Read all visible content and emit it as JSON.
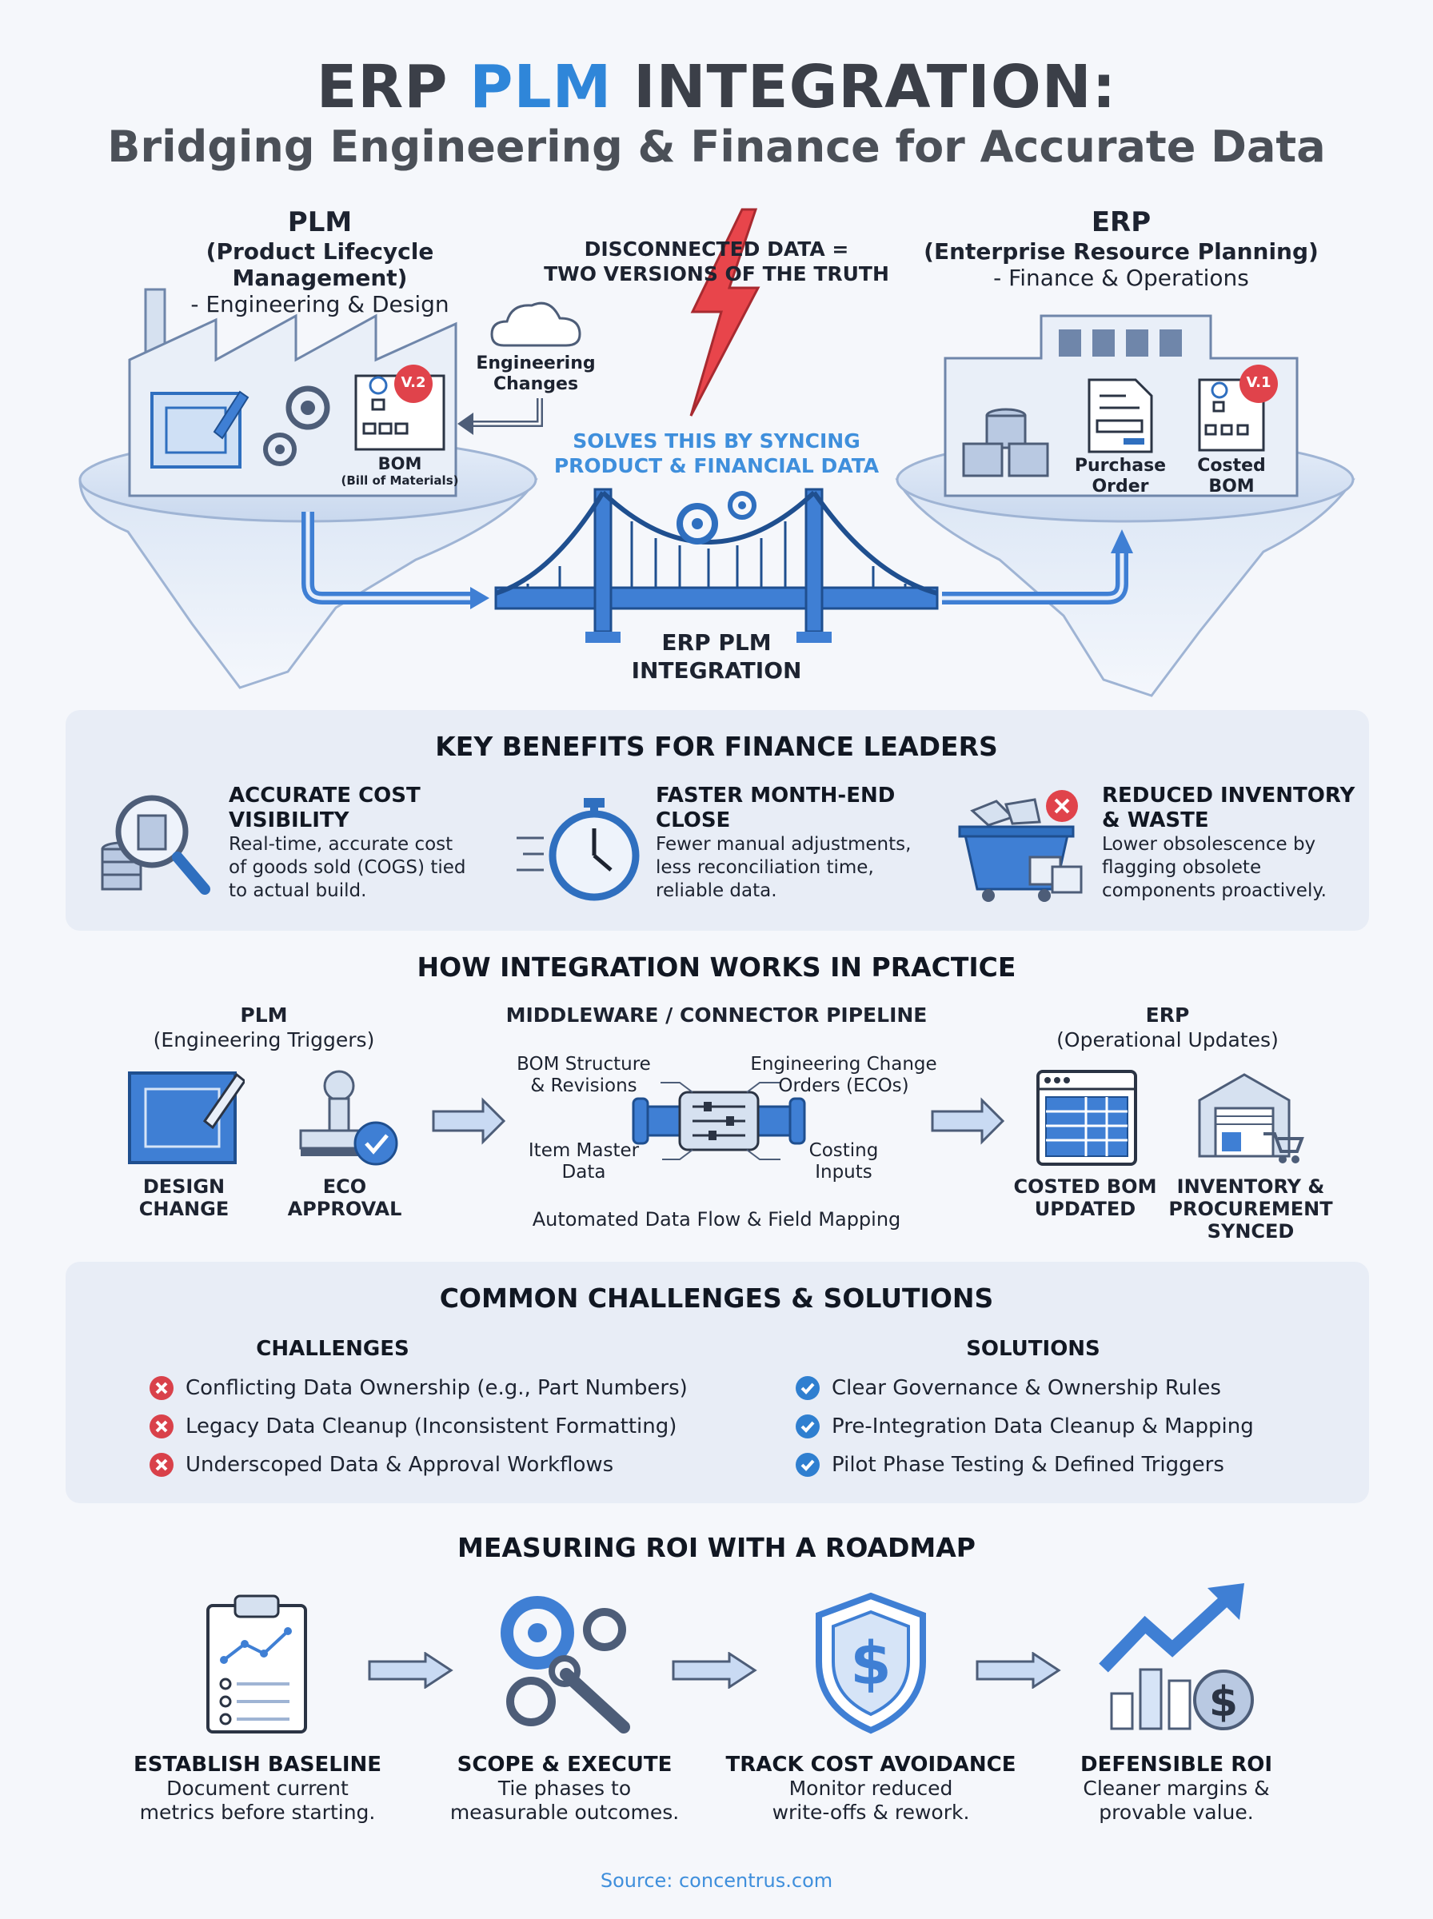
{
  "header": {
    "title_part1": "ERP",
    "title_accent": "PLM",
    "title_part2": "INTEGRATION:",
    "subtitle": "Bridging Engineering & Finance for Accurate Data"
  },
  "hero": {
    "plm": {
      "heading": "PLM",
      "full_name": "(Product Lifecycle Management)",
      "role": "- Engineering & Design",
      "version_badge": "V.2",
      "bom_label": "BOM",
      "bom_sub": "(Bill of Materials)"
    },
    "erp": {
      "heading": "ERP",
      "full_name": "(Enterprise Resource Planning)",
      "role": "- Finance & Operations",
      "version_badge": "V.1",
      "purchase_order": [
        "Purchase",
        "Order"
      ],
      "costed_bom": [
        "Costed",
        "BOM"
      ]
    },
    "engineering_changes": [
      "Engineering",
      "Changes"
    ],
    "disconnected": [
      "DISCONNECTED DATA =",
      "TWO VERSIONS OF THE TRUTH"
    ],
    "solves": [
      "SOLVES THIS BY SYNCING",
      "PRODUCT & FINANCIAL DATA"
    ],
    "bridge_label": [
      "ERP PLM",
      "INTEGRATION"
    ]
  },
  "benefits": {
    "title": "KEY BENEFITS FOR FINANCE LEADERS",
    "items": [
      {
        "title": [
          "ACCURATE COST",
          "VISIBILITY"
        ],
        "desc": [
          "Real-time, accurate cost",
          "of goods sold (COGS) tied",
          "to actual build."
        ],
        "icon": "magnifier-coins-icon"
      },
      {
        "title": [
          "FASTER MONTH-END",
          "CLOSE"
        ],
        "desc": [
          "Fewer manual adjustments,",
          "less reconciliation time,",
          "reliable data."
        ],
        "icon": "stopwatch-icon"
      },
      {
        "title": [
          "REDUCED INVENTORY",
          "& WASTE"
        ],
        "desc": [
          "Lower obsolescence by",
          "flagging obsolete",
          "components proactively."
        ],
        "icon": "dumpster-icon"
      }
    ]
  },
  "practice": {
    "title": "HOW INTEGRATION WORKS IN PRACTICE",
    "plm_head": "PLM",
    "plm_sub": "(Engineering Triggers)",
    "middle_head": "MIDDLEWARE / CONNECTOR PIPELINE",
    "erp_head": "ERP",
    "erp_sub": "(Operational Updates)",
    "steps_left": [
      {
        "label": [
          "DESIGN",
          "CHANGE"
        ]
      },
      {
        "label": [
          "ECO",
          "APPROVAL"
        ]
      }
    ],
    "pipe_labels": {
      "tl": [
        "BOM Structure",
        "& Revisions"
      ],
      "tr": [
        "Engineering Change",
        "Orders (ECOs)"
      ],
      "bl": [
        "Item Master",
        "Data"
      ],
      "br": [
        "Costing",
        "Inputs"
      ]
    },
    "pipe_caption": "Automated Data Flow & Field Mapping",
    "steps_right": [
      {
        "label": [
          "COSTED BOM",
          "UPDATED"
        ]
      },
      {
        "label": [
          "INVENTORY &",
          "PROCUREMENT",
          "SYNCED"
        ]
      }
    ]
  },
  "challenges": {
    "title": "COMMON CHALLENGES & SOLUTIONS",
    "challenges_head": "CHALLENGES",
    "solutions_head": "SOLUTIONS",
    "challenges": [
      "Conflicting Data Ownership (e.g., Part Numbers)",
      "Legacy Data Cleanup (Inconsistent Formatting)",
      "Underscoped Data & Approval Workflows"
    ],
    "solutions": [
      "Clear Governance & Ownership Rules",
      "Pre-Integration Data Cleanup & Mapping",
      "Pilot Phase Testing & Defined Triggers"
    ],
    "colors": {
      "error": "#d9414a",
      "check": "#2f7fd0"
    }
  },
  "roadmap": {
    "title": "MEASURING ROI WITH A ROADMAP",
    "steps": [
      {
        "title": "ESTABLISH BASELINE",
        "desc": [
          "Document current",
          "metrics before starting."
        ],
        "icon": "clipboard-chart-icon"
      },
      {
        "title": "SCOPE & EXECUTE",
        "desc": [
          "Tie phases to",
          "measurable outcomes."
        ],
        "icon": "gears-wrench-icon"
      },
      {
        "title": "TRACK COST AVOIDANCE",
        "desc": [
          "Monitor reduced",
          "write-offs & rework."
        ],
        "icon": "dollar-shield-icon"
      },
      {
        "title": "DEFENSIBLE ROI",
        "desc": [
          "Cleaner margins &",
          "provable value."
        ],
        "icon": "growth-chart-icon"
      }
    ]
  },
  "footer": {
    "source": "Source: concentrus.com"
  },
  "colors": {
    "accent": "#2f86d9",
    "primary_blue": "#3f7fd4",
    "light_blue": "#c9daf3",
    "panel": "#e8edf6",
    "red": "#e8454b"
  }
}
